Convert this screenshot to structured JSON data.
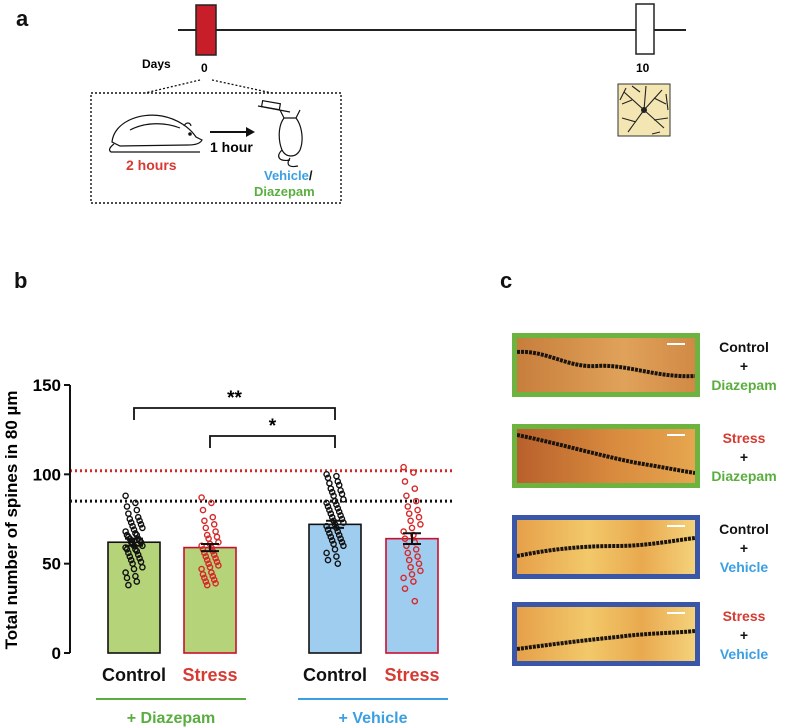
{
  "panels": {
    "a": "a",
    "b": "b",
    "c": "c"
  },
  "timeline": {
    "days_label": "Days",
    "day_start": "0",
    "day_end": "10",
    "stress_duration": "2 hours",
    "interval": "1 hour",
    "injection_vehicle": "Vehicle",
    "injection_slash": "/",
    "injection_diazepam": "Diazepam"
  },
  "colors": {
    "diazepam_fill": "#b5d47a",
    "diazepam_text": "#5aae3f",
    "vehicle_fill": "#9fcdf0",
    "vehicle_text": "#3b9fe3",
    "stress_red": "#d63a32",
    "bar_red_marker": "#c8102e",
    "border_blue": "#3a56a8"
  },
  "chart_data": {
    "type": "bar",
    "ylabel": "Total number of spines in 80 µm",
    "ylim": [
      0,
      150
    ],
    "yticks": [
      "0",
      "50",
      "100",
      "150"
    ],
    "categories": [
      "Control",
      "Stress",
      "Control",
      "Stress"
    ],
    "groups": [
      {
        "label": "+ Diazepam",
        "treatment": "Diazepam"
      },
      {
        "label": "+ Vehicle",
        "treatment": "Vehicle"
      }
    ],
    "values": [
      62,
      59,
      72,
      64
    ],
    "errors": [
      2,
      2,
      2,
      3
    ],
    "reference_lines": [
      {
        "value": 102,
        "color": "red",
        "style": "dotted"
      },
      {
        "value": 85,
        "color": "black",
        "style": "dotted"
      }
    ],
    "significance": [
      {
        "from": 0,
        "to": 2,
        "label": "**"
      },
      {
        "from": 1,
        "to": 2,
        "label": "*"
      }
    ],
    "points": [
      [
        88,
        84,
        82,
        80,
        78,
        76,
        75,
        74,
        73,
        72,
        71,
        70,
        69,
        68,
        67,
        66,
        66,
        65,
        64,
        64,
        63,
        62,
        62,
        61,
        60,
        60,
        59,
        58,
        58,
        57,
        56,
        55,
        54,
        53,
        52,
        51,
        50,
        48,
        47,
        45,
        43,
        42,
        40,
        38
      ],
      [
        87,
        84,
        80,
        76,
        74,
        72,
        70,
        68,
        66,
        65,
        64,
        62,
        61,
        60,
        59,
        58,
        57,
        56,
        55,
        54,
        53,
        52,
        51,
        50,
        49,
        48,
        47,
        45,
        44,
        43,
        42,
        41,
        40,
        39,
        38
      ],
      [
        100,
        99,
        98,
        96,
        95,
        94,
        92,
        91,
        90,
        89,
        88,
        86,
        85,
        84,
        83,
        82,
        81,
        80,
        79,
        78,
        77,
        76,
        75,
        74,
        73,
        72,
        71,
        70,
        69,
        68,
        67,
        66,
        65,
        64,
        63,
        62,
        61,
        60,
        58,
        56,
        54,
        52,
        50
      ],
      [
        104,
        101,
        96,
        92,
        88,
        85,
        82,
        80,
        78,
        76,
        74,
        72,
        70,
        68,
        66,
        64,
        62,
        60,
        58,
        56,
        54,
        52,
        50,
        48,
        46,
        44,
        42,
        40,
        36,
        29
      ]
    ]
  },
  "micrographs": [
    {
      "line1": "Control",
      "plus": "+",
      "line2": "Diazepam",
      "group": "diazepam",
      "cond": "control"
    },
    {
      "line1": "Stress",
      "plus": "+",
      "line2": "Diazepam",
      "group": "diazepam",
      "cond": "stress"
    },
    {
      "line1": "Control",
      "plus": "+",
      "line2": "Vehicle",
      "group": "vehicle",
      "cond": "control"
    },
    {
      "line1": "Stress",
      "plus": "+",
      "line2": "Vehicle",
      "group": "vehicle",
      "cond": "stress"
    }
  ]
}
